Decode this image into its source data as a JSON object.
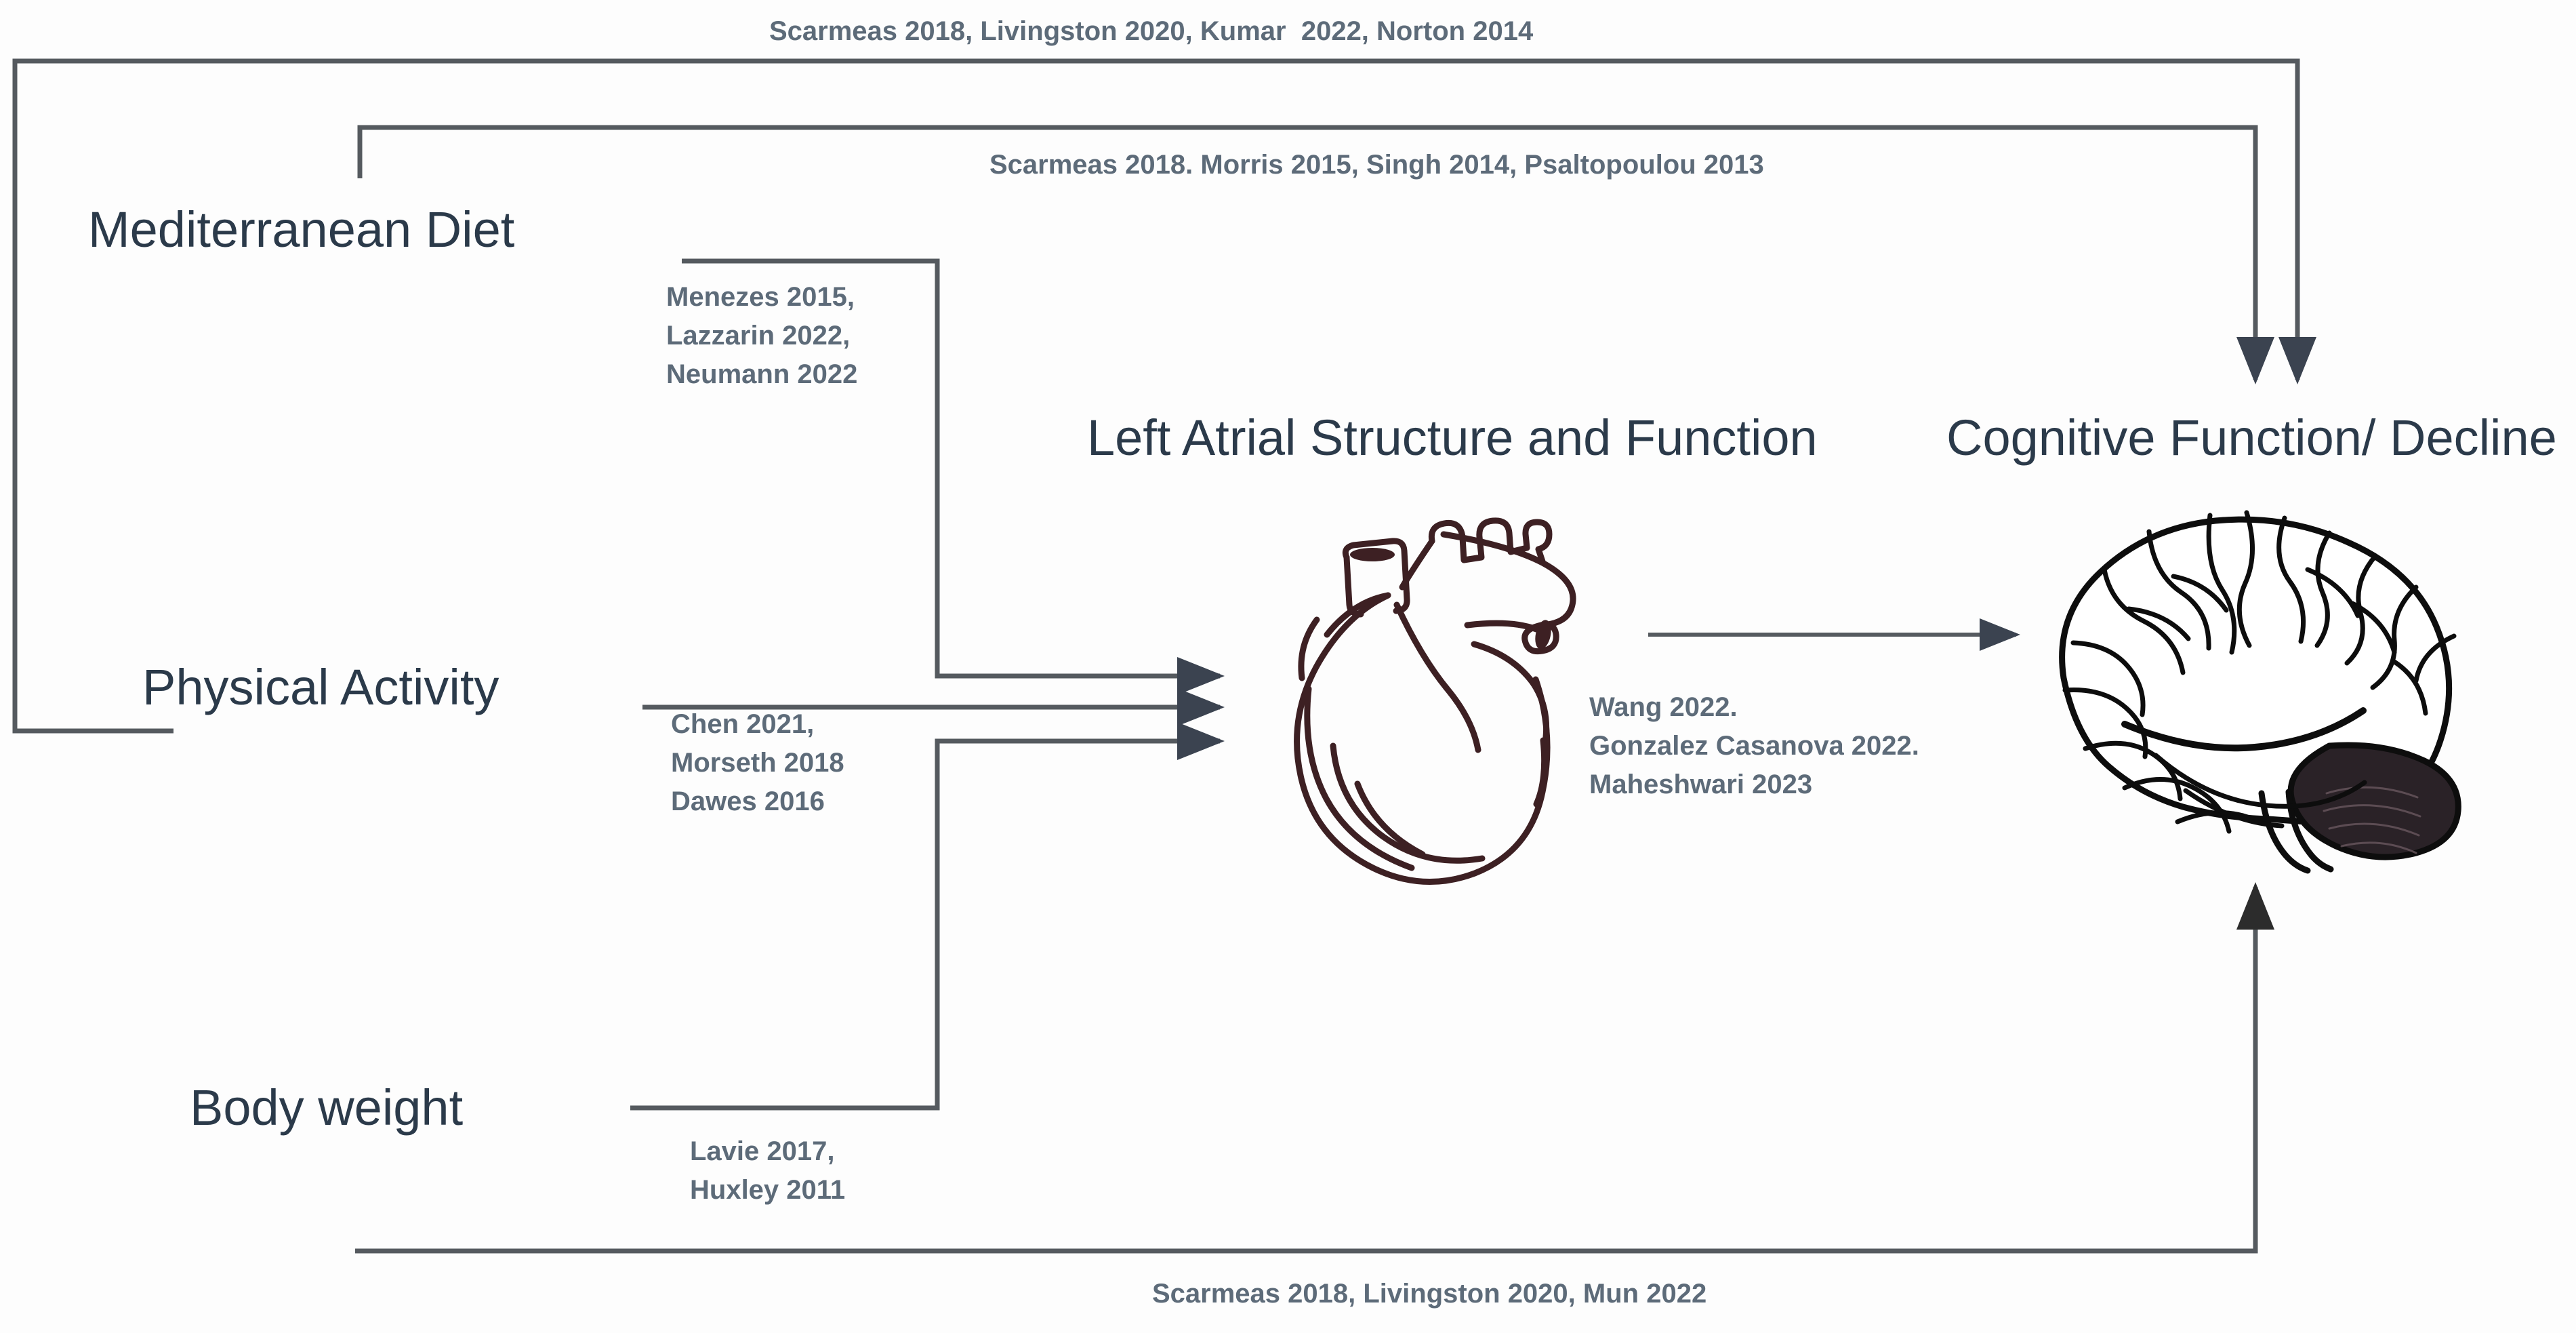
{
  "diagram": {
    "title_present": false,
    "colors": {
      "node_text": "#2b3a4a",
      "citation_text": "#5d6b79",
      "connector": "#555a5f",
      "heart_stroke": "#3d2023",
      "brain_stroke": "#0d0d0d",
      "background": "#fdfdfd"
    }
  },
  "nodes": {
    "mediterranean_diet": "Mediterranean Diet",
    "physical_activity": "Physical Activity",
    "body_weight": "Body weight",
    "left_atrial": "Left Atrial Structure and Function",
    "cognitive": "Cognitive Function/ Decline"
  },
  "citations": {
    "top_outer": "Scarmeas 2018, Livingston 2020, Kumar  2022, Norton 2014",
    "top_inner": "Scarmeas 2018. Morris 2015, Singh 2014, Psaltopoulou 2013",
    "diet_to_heart": "Menezes 2015,\nLazzarin 2022,\nNeumann 2022",
    "activity_to_heart": "Chen 2021,\nMorseth 2018\nDawes 2016",
    "weight_to_heart": "Lavie 2017,\nHuxley 2011",
    "heart_to_brain": "Wang 2022.\nGonzalez Casanova 2022.\nMaheshwari 2023",
    "bottom_outer": "Scarmeas 2018, Livingston 2020, Mun 2022"
  },
  "icons": {
    "heart": "heart-icon",
    "brain": "brain-icon"
  },
  "edges": [
    {
      "name": "mediterranean-diet-to-cognitive",
      "from": "mediterranean_diet",
      "to": "cognitive",
      "label": "top_inner",
      "arrowhead": "down"
    },
    {
      "name": "physical-activity-to-cognitive",
      "from": "physical_activity",
      "to": "cognitive",
      "label": "top_outer",
      "arrowhead": "down"
    },
    {
      "name": "mediterranean-diet-to-left-atrial",
      "from": "mediterranean_diet",
      "to": "left_atrial",
      "label": "diet_to_heart",
      "arrowhead": "right"
    },
    {
      "name": "physical-activity-to-left-atrial",
      "from": "physical_activity",
      "to": "left_atrial",
      "label": "activity_to_heart",
      "arrowhead": "right"
    },
    {
      "name": "body-weight-to-left-atrial",
      "from": "body_weight",
      "to": "left_atrial",
      "label": "weight_to_heart",
      "arrowhead": "right"
    },
    {
      "name": "left-atrial-to-cognitive",
      "from": "left_atrial",
      "to": "cognitive",
      "label": "heart_to_brain",
      "arrowhead": "right"
    },
    {
      "name": "body-weight-to-cognitive",
      "from": "body_weight",
      "to": "cognitive",
      "label": "bottom_outer",
      "arrowhead": "up"
    }
  ]
}
